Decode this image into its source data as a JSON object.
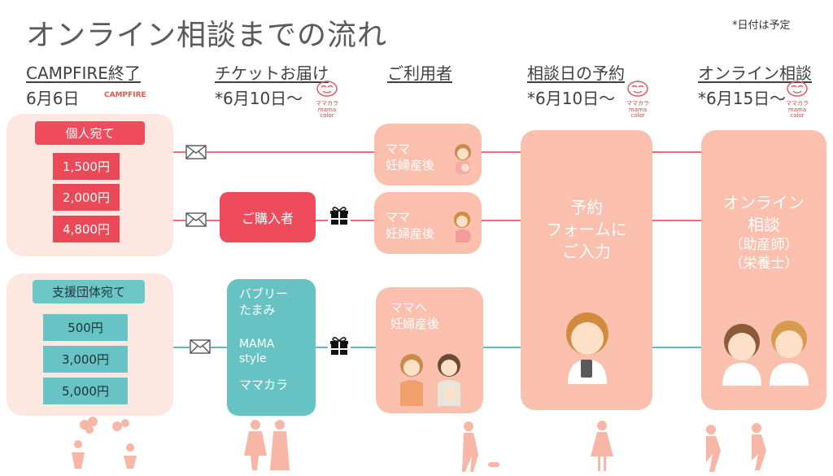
{
  "title": "オンライン相談までの流れ",
  "note": "*日付は予定",
  "columns": [
    {
      "head": "CAMPFIRE終了",
      "sub": "6月6日"
    },
    {
      "head": "チケットお届け",
      "sub": "*6月10日〜"
    },
    {
      "head": "ご利用者",
      "sub": ""
    },
    {
      "head": "相談日の予約",
      "sub": "*6月10日〜"
    },
    {
      "head": "オンライン相談",
      "sub": "*6月15日〜"
    }
  ],
  "logos": {
    "campfire": "CAMPFIRE",
    "mamacolor_line1": "ママカラ",
    "mamacolor_line2": "mama color"
  },
  "individual": {
    "label": "個人宛て",
    "prices": [
      "1,500円",
      "2,000円",
      "4,800円"
    ]
  },
  "support": {
    "label": "支援団体宛て",
    "prices": [
      "500円",
      "3,000円",
      "5,000円"
    ]
  },
  "purchaser": "ご購入者",
  "orgs": {
    "line1": "バブリー",
    "line2": "たまみ",
    "line3": "MAMA",
    "line4": "style",
    "line5": "ママカラ"
  },
  "users": [
    {
      "line1": "ママ",
      "line2": "妊婦産後"
    },
    {
      "line1": "ママ",
      "line2": "妊婦産後"
    },
    {
      "line1": "ママへ",
      "line2": "妊婦産後"
    }
  ],
  "reserve": {
    "line1": "予約",
    "line2": "フォームに",
    "line3": "ご入力"
  },
  "consult": {
    "line1": "オンライン",
    "line2": "相談",
    "line3": "（助産師）",
    "line4": "（栄養士）"
  },
  "colors": {
    "red": "#ee4c5c",
    "teal": "#6cc6c6",
    "peach": "#fbbfae",
    "peach_light": "#fde7e1"
  }
}
